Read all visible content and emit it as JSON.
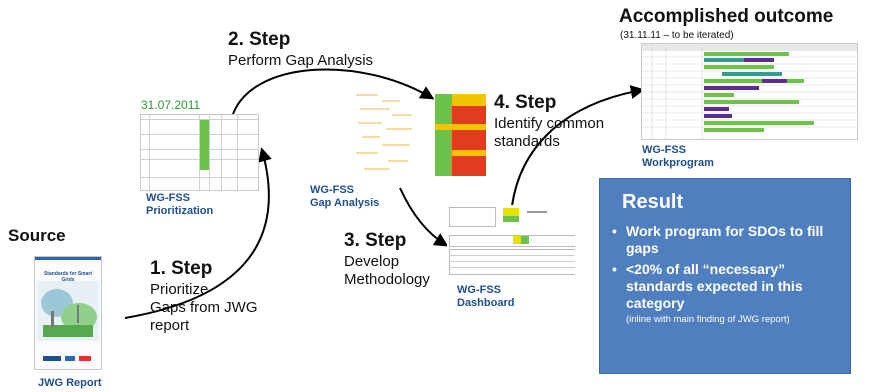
{
  "outcome": {
    "title": "Accomplished outcome",
    "subtitle": "(31.11.11 – to be iterated)",
    "label_line1": "WG-FSS",
    "label_line2": "Workprogram"
  },
  "source": {
    "title": "Source",
    "report_cover_title": "Standards for Smart Grids",
    "caption": "JWG Report"
  },
  "step1": {
    "title": "1. Step",
    "desc_line1": "Prioritize",
    "desc_line2": "Gaps from JWG",
    "desc_line3": "report"
  },
  "step2": {
    "title": "2. Step",
    "desc": "Perform Gap Analysis"
  },
  "step3": {
    "title": "3. Step",
    "desc_line1": "Develop",
    "desc_line2": "Methodology"
  },
  "step4": {
    "title": "4. Step",
    "desc_line1": "Identify common",
    "desc_line2": "standards"
  },
  "prioritization": {
    "date": "31.07.2011",
    "label_line1": "WG-FSS",
    "label_line2": "Prioritization"
  },
  "gap_analysis": {
    "label_line1": "WG-FSS",
    "label_line2": "Gap Analysis"
  },
  "dashboard": {
    "label_line1": "WG-FSS",
    "label_line2": "Dashboard"
  },
  "result": {
    "title": "Result",
    "items": [
      {
        "bullet": "•",
        "text": "Work program for SDOs to fill gaps"
      },
      {
        "bullet": "•",
        "text": "<20% of all “necessary” standards expected in this category"
      }
    ],
    "note": "(inline with main finding of JWG report)"
  },
  "colors": {
    "label_blue": "#1f4e8c",
    "date_green": "#2e9a2e",
    "result_bg": "#4f7fbe",
    "green": "#6cc24a",
    "red": "#e03c1f",
    "yellow": "#f5c400",
    "purple": "#5b2d8e",
    "teal": "#2f9e8f"
  }
}
